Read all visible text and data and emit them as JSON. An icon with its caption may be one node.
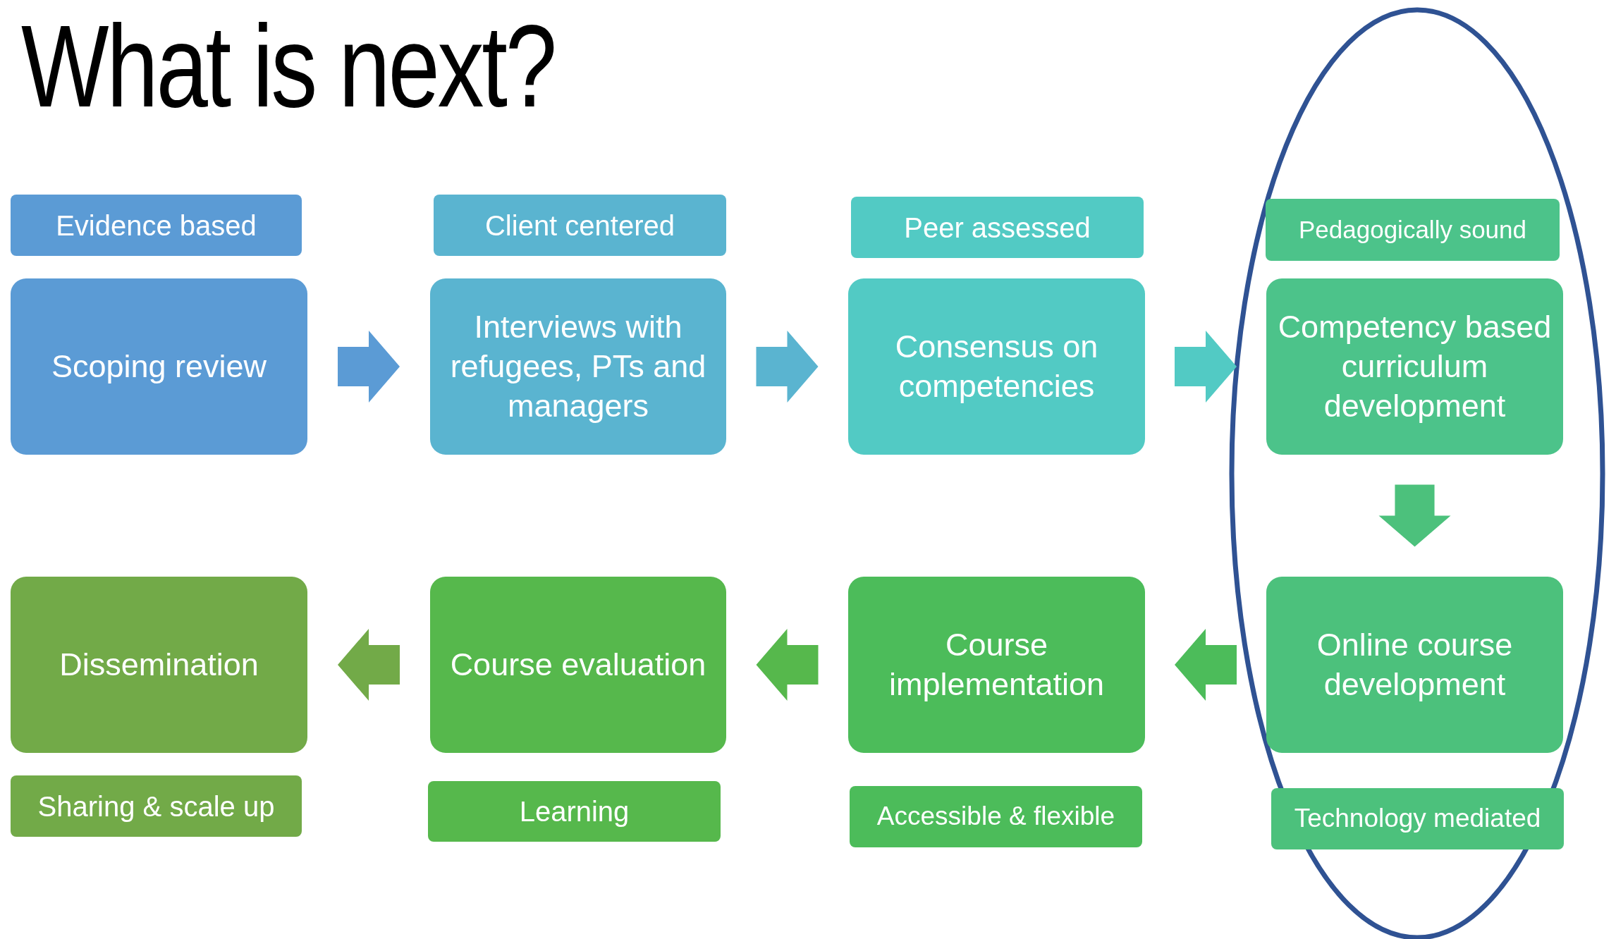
{
  "diagram": {
    "title": "What is next?",
    "nodes": [
      {
        "text": [
          "Evidence based"
        ]
      },
      {
        "text": [
          "Client centered"
        ]
      },
      {
        "text": [
          "Peer assessed"
        ]
      },
      {
        "text": [
          "Pedagogically sound"
        ]
      },
      {
        "text": [
          "Scoping review"
        ]
      },
      {
        "text": [
          "Interviews with refugees, PTs and managers"
        ]
      },
      {
        "text": [
          "Consensus on competencies"
        ]
      },
      {
        "text": [
          "Competency based curriculum development"
        ]
      },
      {
        "text": [
          "Dissemination"
        ]
      },
      {
        "text": [
          "Course evaluation"
        ]
      },
      {
        "text": [
          "Course implementation"
        ]
      },
      {
        "text": [
          "Online course development"
        ]
      },
      {
        "text": [
          "Sharing & scale up"
        ]
      },
      {
        "text": [
          "Learning"
        ]
      },
      {
        "text": [
          "Accessible & flexible"
        ]
      },
      {
        "text": [
          "Technology mediated"
        ]
      }
    ],
    "edges": [
      {
        "from": 4,
        "to": 5,
        "arrow": "to",
        "color": "#5b9bd5"
      },
      {
        "from": 5,
        "to": 6,
        "arrow": "to",
        "color": "#5ab4d0"
      },
      {
        "from": 6,
        "to": 7,
        "arrow": "to",
        "color": "#52cac4"
      },
      {
        "from": 7,
        "to": 11,
        "arrow": "to",
        "color": "#4cc17c"
      },
      {
        "from": 11,
        "to": 10,
        "arrow": "to",
        "color": "#4cbc5a"
      },
      {
        "from": 10,
        "to": 9,
        "arrow": "to",
        "color": "#56b84c"
      },
      {
        "from": 9,
        "to": 8,
        "arrow": "to",
        "color": "#72aa48"
      }
    ]
  }
}
